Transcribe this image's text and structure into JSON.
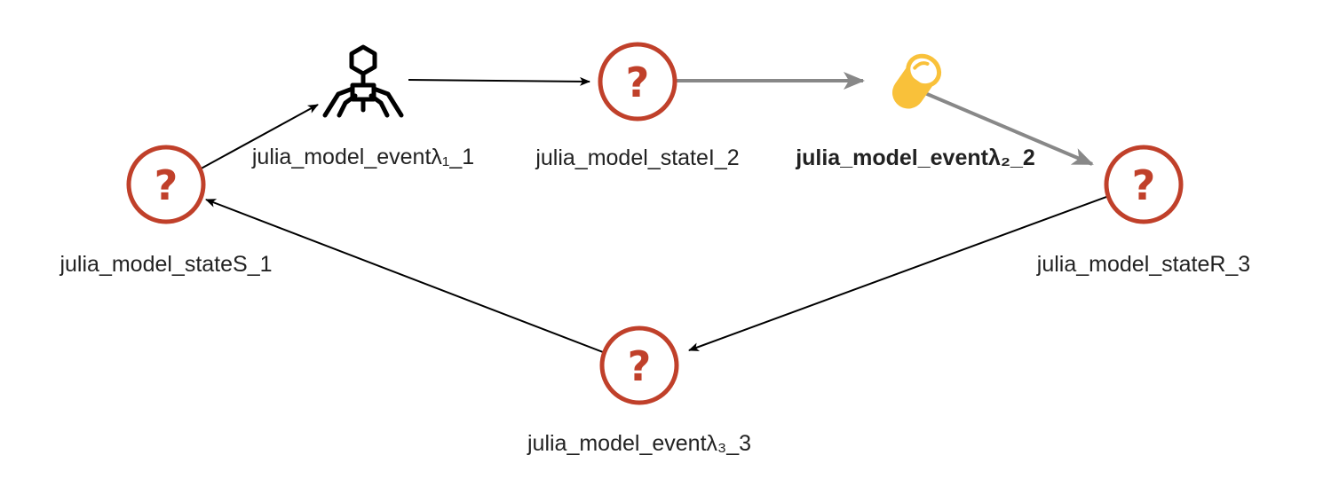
{
  "diagram": {
    "nodes": {
      "stateS": {
        "label": "julia_model_stateS_1",
        "icon": "question-icon"
      },
      "event1": {
        "label": "julia_model_eventλ₁_1",
        "icon": "virus-icon"
      },
      "stateI": {
        "label": "julia_model_stateI_2",
        "icon": "question-icon"
      },
      "event2": {
        "label": "julia_model_eventλ₂_2",
        "icon": "pill-icon",
        "selected": true
      },
      "stateR": {
        "label": "julia_model_stateR_3",
        "icon": "question-icon"
      },
      "event3": {
        "label": "julia_model_eventλ₃_3",
        "icon": "question-icon"
      }
    },
    "edges": [
      {
        "from": "stateS",
        "to": "event1",
        "highlighted": false
      },
      {
        "from": "event1",
        "to": "stateI",
        "highlighted": false
      },
      {
        "from": "stateI",
        "to": "event2",
        "highlighted": true
      },
      {
        "from": "event2",
        "to": "stateR",
        "highlighted": true
      },
      {
        "from": "stateR",
        "to": "event3",
        "highlighted": false
      },
      {
        "from": "event3",
        "to": "stateS",
        "highlighted": false
      }
    ],
    "colors": {
      "question_icon": "#c0402a",
      "pill_icon": "#f9c13a",
      "edge_default": "#000000",
      "edge_highlight": "#888888"
    }
  }
}
